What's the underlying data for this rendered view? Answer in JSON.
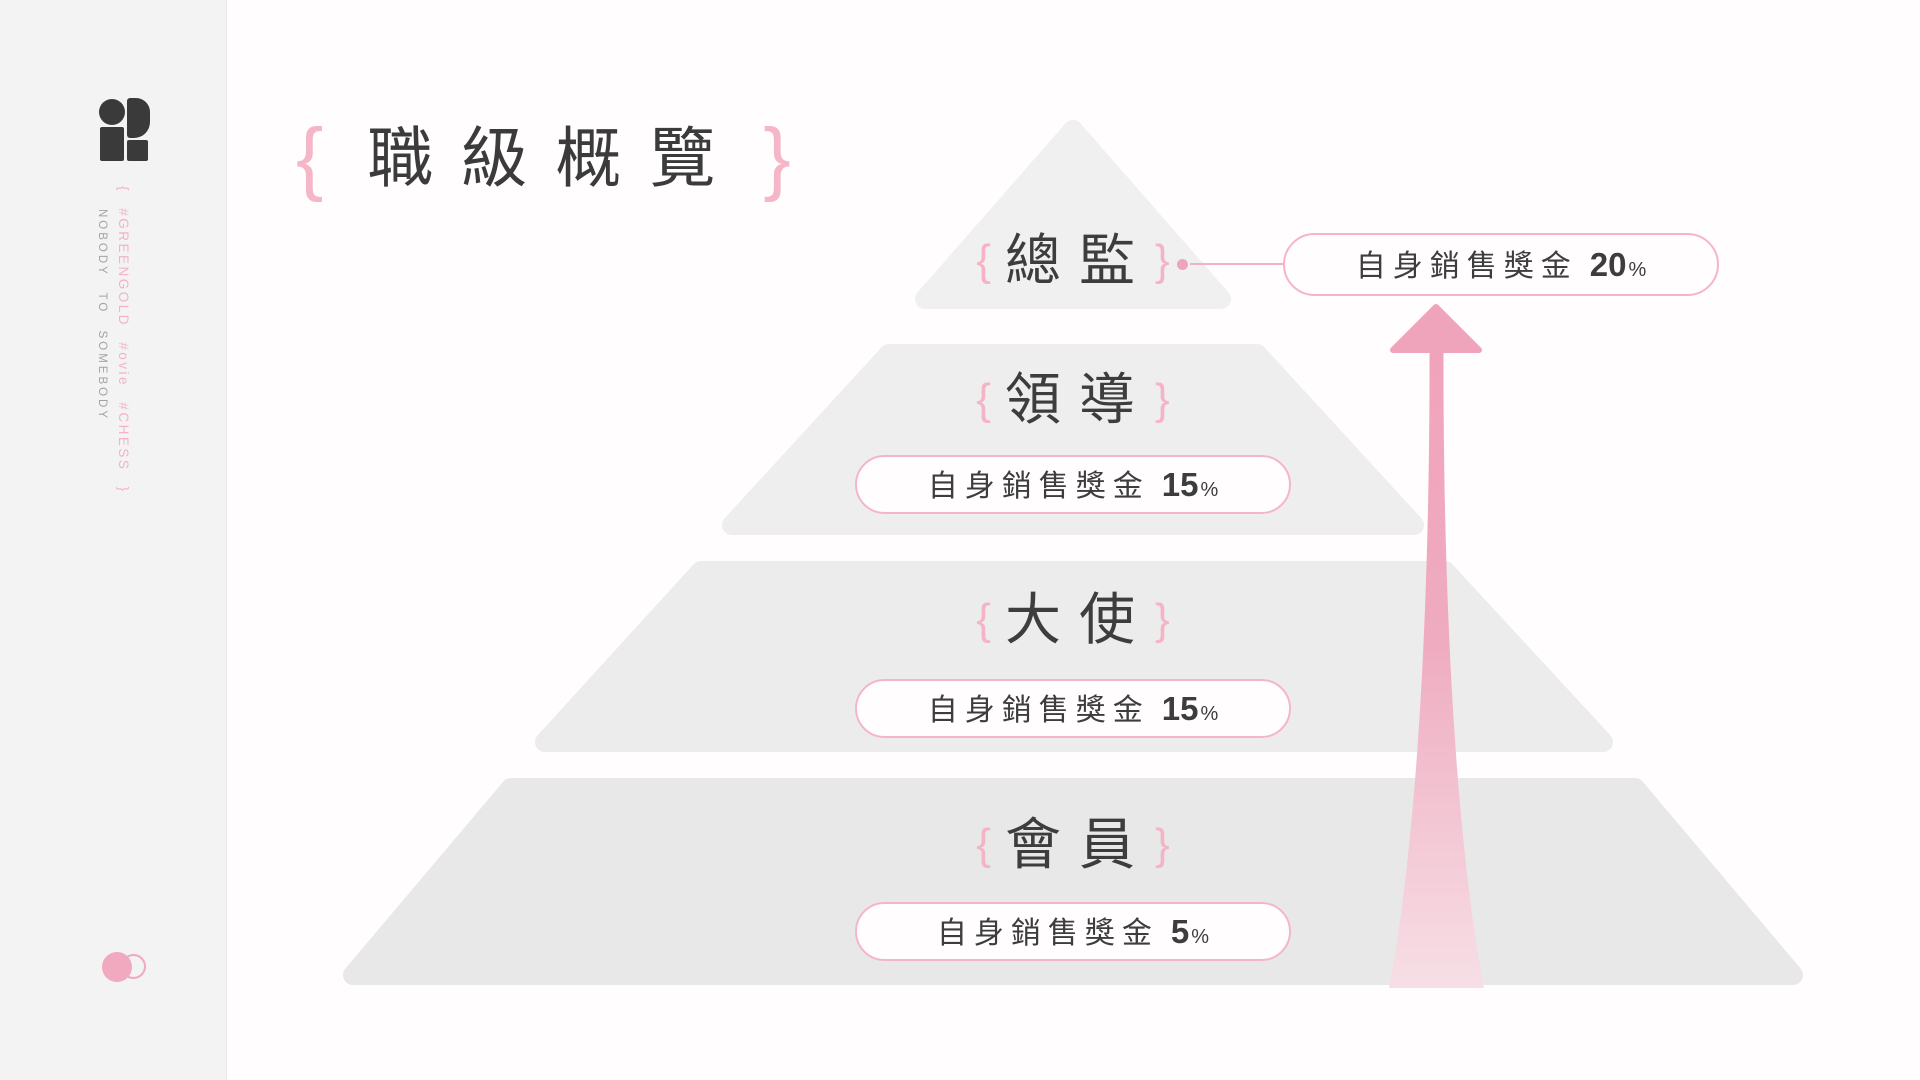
{
  "colors": {
    "accent_pink": "#f0a4bb",
    "pink_soft": "#f4b6c7",
    "text_dark": "#3d3d3d",
    "text_gray": "#a5a2a2",
    "sidebar_bg": "#f4f3f4",
    "main_bg": "#fffdfd",
    "tier_fills": [
      "#f1f0f1",
      "#efeeef",
      "#edecec",
      "#e9e8e8"
    ]
  },
  "sidebar": {
    "tags_vertical": "{  #GREENGOLD  #ovie  #CHESS  }",
    "slogan_vertical": "NOBODY TO SOMEBODY"
  },
  "title": {
    "brace_open": "{",
    "text": "職級概覽",
    "brace_close": "}"
  },
  "decor": {
    "brace_open": "{",
    "brace_close": "}"
  },
  "pyramid": {
    "tiers": [
      {
        "rank": "總監",
        "bonus_text": "自身銷售獎金",
        "bonus_value": "20",
        "percent_sign": "%"
      },
      {
        "rank": "領導",
        "bonus_text": "自身銷售獎金",
        "bonus_value": "15",
        "percent_sign": "%"
      },
      {
        "rank": "大使",
        "bonus_text": "自身銷售獎金",
        "bonus_value": "15",
        "percent_sign": "%"
      },
      {
        "rank": "會員",
        "bonus_text": "自身銷售獎金",
        "bonus_value": "5",
        "percent_sign": "%"
      }
    ]
  }
}
